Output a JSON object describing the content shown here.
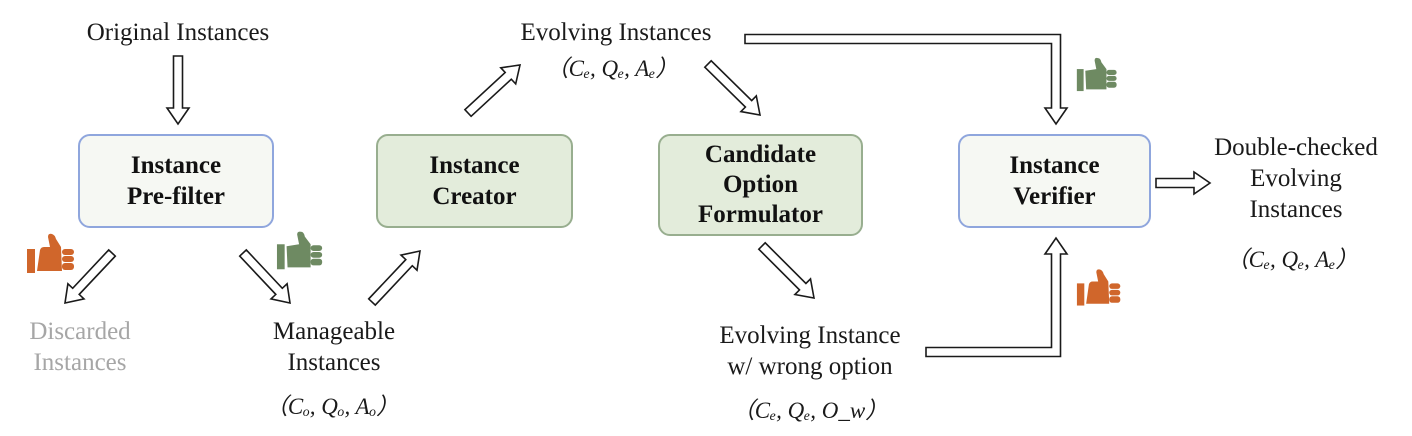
{
  "labels": {
    "original": "Original Instances",
    "evolving": "Evolving Instances",
    "evolving_math": "（Cₑ, Qₑ, Aₑ）",
    "discarded": [
      "Discarded",
      "Instances"
    ],
    "manageable": [
      "Manageable",
      "Instances"
    ],
    "manageable_math": "（Cₒ, Qₒ, Aₒ）",
    "wrong_option": [
      "Evolving Instance",
      "w/ wrong option"
    ],
    "wrong_option_math": "（Cₑ, Qₑ, O_w）",
    "double_checked": [
      "Double-checked",
      "Evolving",
      "Instances"
    ],
    "double_checked_math": "（Cₑ, Qₑ, Aₑ）"
  },
  "boxes": {
    "prefilter": [
      "Instance",
      "Pre-filter"
    ],
    "creator": [
      "Instance",
      "Creator"
    ],
    "formulator": [
      "Candidate",
      "Option",
      "Formulator"
    ],
    "verifier": [
      "Instance",
      "Verifier"
    ]
  },
  "icons": {
    "thumb_up": "thumbs-up-icon",
    "thumb_down": "thumbs-down-icon",
    "thumb_up_color": "#6e8a62",
    "thumb_down_color": "#d0662b"
  }
}
